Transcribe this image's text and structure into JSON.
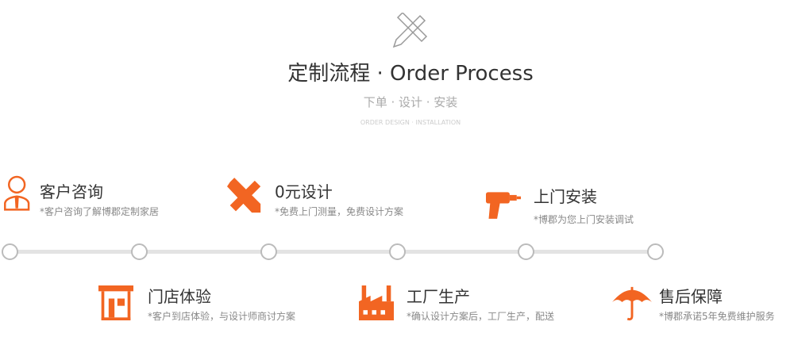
{
  "header": {
    "title": "定制流程 · Order Process",
    "subtitle": "下单 · 设计 · 安装",
    "subtitle_en": "ORDER DESIGN · INSTALLATION"
  },
  "accent": "#f26522",
  "steps": [
    {
      "title": "客户咨询",
      "desc": "*客户咨询了解博郡定制家居",
      "icon": "customer-service-icon"
    },
    {
      "title": "门店体验",
      "desc": "*客户到店体验，与设计师商讨方案",
      "icon": "store-icon"
    },
    {
      "title": "0元设计",
      "desc": "*免费上门测量，免费设计方案",
      "icon": "pencil-ruler-icon"
    },
    {
      "title": "工厂生产",
      "desc": "*确认设计方案后，工厂生产，配送",
      "icon": "factory-icon"
    },
    {
      "title": "上门安装",
      "desc": "*博郡为您上门安装调试",
      "icon": "drill-icon"
    },
    {
      "title": "售后保障",
      "desc": "*博郡承诺5年免费维护服务",
      "icon": "umbrella-icon"
    }
  ]
}
